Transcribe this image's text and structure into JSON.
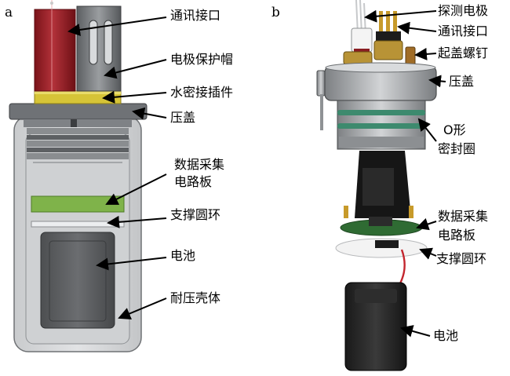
{
  "panels": {
    "a": {
      "letter": "a",
      "labels": {
        "comm_port": "通讯接口",
        "electrode_cap": "电极保护帽",
        "watertight_connector": "水密接插件",
        "pressure_cover": "压盖",
        "daq_board_line1": "数据采集",
        "daq_board_line2": "电路板",
        "support_ring": "支撑圆环",
        "battery": "电池",
        "pressure_housing": "耐压壳体"
      }
    },
    "b": {
      "letter": "b",
      "labels": {
        "probe_electrode": "探测电极",
        "comm_port": "通讯接口",
        "lift_screw": "起盖螺钉",
        "pressure_cover": "压盖",
        "oring_line1": "O形",
        "oring_line2": "密封圈",
        "daq_board_line1": "数据采集",
        "daq_board_line2": "电路板",
        "support_ring": "支撑圆环",
        "battery": "电池"
      }
    }
  },
  "colors": {
    "housing_fill": "#d4d6d8",
    "red_cap": "#a8252c",
    "yellow_band": "#d8c63a",
    "green_board": "#7fb34a",
    "oring_green": "#3d8a6e",
    "steel": "#b9bcbf"
  }
}
